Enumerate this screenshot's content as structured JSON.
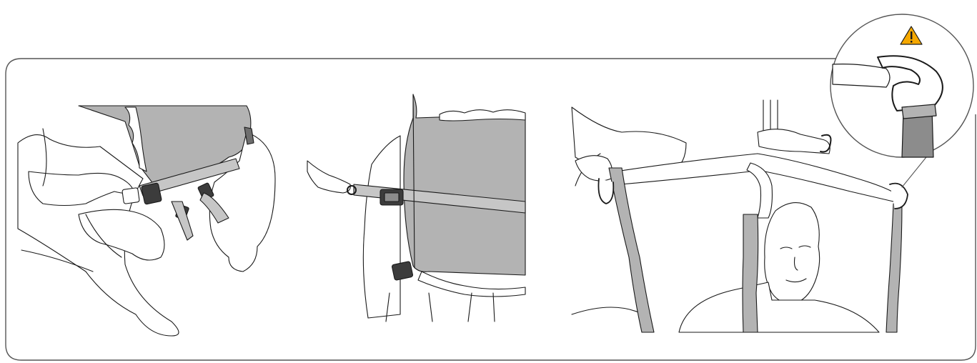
{
  "figure": {
    "panels": [
      {
        "id": "panel-1",
        "subject": "fastening-belt-buckle"
      },
      {
        "id": "panel-2",
        "subject": "tightening-waist-belt"
      },
      {
        "id": "panel-3",
        "subject": "sling-loops-on-spreader-bar"
      }
    ],
    "inset": {
      "subject": "loop-on-hook-detail",
      "icon": "warning-icon"
    },
    "colors": {
      "line": "#1a1a1a",
      "sling_fill": "#b3b3b3",
      "strap_fill": "#c6c6c6",
      "strap_dark": "#8c8c8c",
      "buckle": "#3c3c3c",
      "warning_fill": "#f5a800",
      "frame": "#555555"
    }
  }
}
